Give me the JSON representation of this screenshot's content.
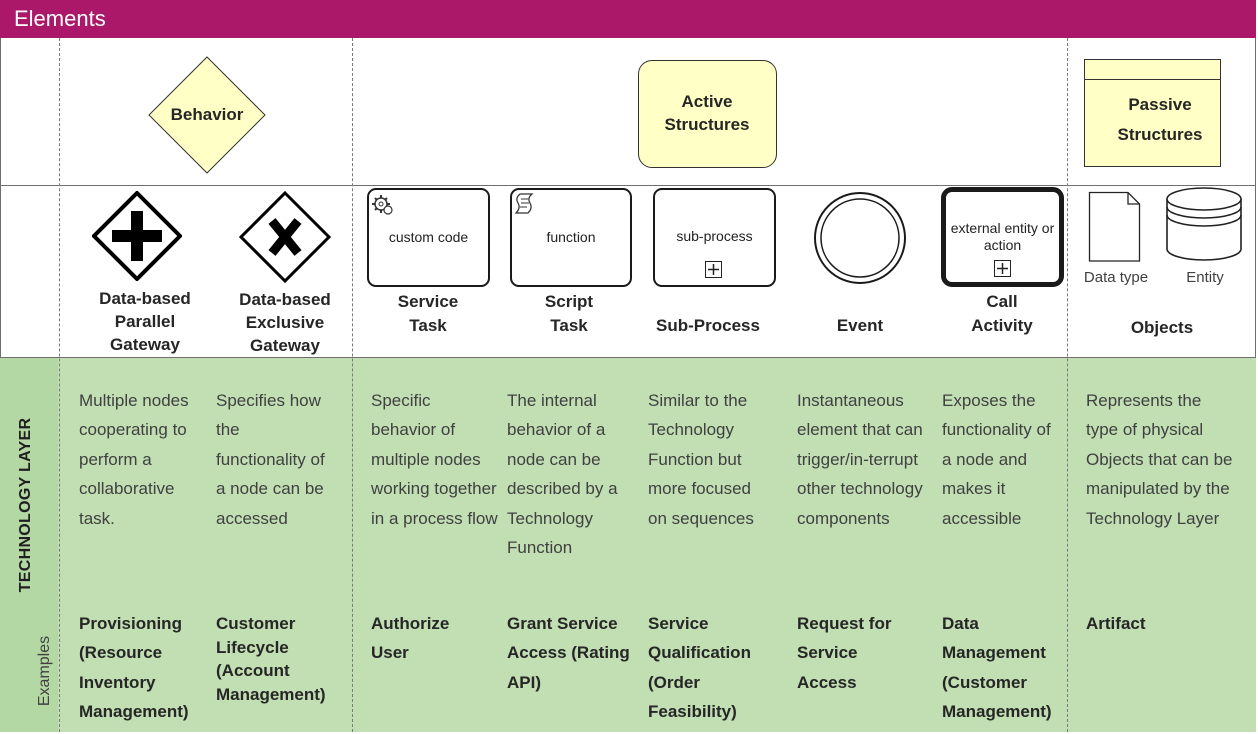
{
  "header": {
    "title": "Elements"
  },
  "categories": {
    "behavior": "Behavior",
    "active_structures": "Active Structures",
    "passive_structures": "Passive Structures"
  },
  "icons": {
    "service_task_text": "custom code",
    "script_task_text": "function",
    "subprocess_text": "sub-process",
    "call_activity_text": "external entity or action",
    "data_type": "Data type",
    "entity": "Entity"
  },
  "elements": [
    {
      "label": "Data-based Parallel Gateway",
      "description": "Multiple nodes cooperating to perform a collaborative task.",
      "example": "Provisioning (Resource Inventory Management)"
    },
    {
      "label": "Data-based Exclusive Gateway",
      "description": "Specifies how the functionality of a node can be accessed",
      "example": "Customer Lifecycle (Account Management)"
    },
    {
      "label": "Service Task",
      "description": "Specific behavior of multiple nodes working together in a process flow",
      "example": "Authorize User"
    },
    {
      "label": "Script Task",
      "description": "The internal behavior of a node can be described by a Technology Function",
      "example": "Grant Service Access (Rating API)"
    },
    {
      "label": "Sub-Process",
      "description": "Similar to the Technology Function but more focused on sequences",
      "example": "Service Qualification (Order Feasibility)"
    },
    {
      "label": "Event",
      "description": "Instantaneous element that can trigger/in-terrupt other technology components",
      "example": "Request for Service Access"
    },
    {
      "label": "Call Activity",
      "description": "Exposes the functionality of a node and makes it accessible",
      "example": "Data Management (Customer Management)"
    },
    {
      "label": "Objects",
      "description": "Represents the type of physical Objects that can be manipulated by the Technology Layer",
      "example": "Artifact"
    }
  ],
  "sidebar": {
    "layer": "TECHNOLOGY LAYER",
    "examples": "Examples"
  },
  "colors": {
    "header": "#ab1769",
    "green": "#c1dfb3",
    "yellow": "#ffffc6"
  }
}
